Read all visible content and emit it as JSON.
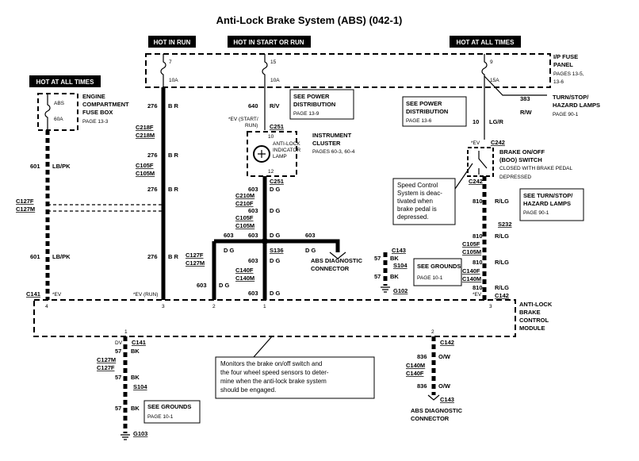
{
  "title": "Anti-Lock Brake System (ABS) (042-1)",
  "hot_labels": [
    "HOT IN RUN",
    "HOT IN START OR RUN",
    "HOT AT ALL TIMES",
    "HOT AT ALL TIMES"
  ],
  "fuse_panel": {
    "name1": "I/P FUSE",
    "name2": "PANEL",
    "pages": "PAGES 13-5,",
    "pages2": "13-6",
    "fuses": [
      {
        "num": "7",
        "amp": "10A"
      },
      {
        "num": "15",
        "amp": "10A"
      },
      {
        "num": "9",
        "amp": "15A"
      }
    ]
  },
  "engine_box": {
    "line1": "ENGINE",
    "line2": "COMPARTMENT",
    "line3": "FUSE BOX",
    "page": "PAGE 13-3",
    "fuse": "ABS",
    "amp": "60A"
  },
  "power_dist_1": {
    "line1": "SEE POWER",
    "line2": "DISTRIBUTION",
    "page": "PAGE 13-9"
  },
  "power_dist_2": {
    "line1": "SEE POWER",
    "line2": "DISTRIBUTION",
    "page": "PAGE 13-6"
  },
  "turn_lamps_top": {
    "line1": "TURN/STOP/",
    "line2": "HAZARD LAMPS",
    "page": "PAGE 90-1",
    "circuit": "383",
    "color": "R/W"
  },
  "turn_lamps_box": {
    "line1": "SEE TURN/STOP/",
    "line2": "HAZARD LAMPS",
    "page": "PAGE 90-1"
  },
  "cluster": {
    "line1": "INSTRUMENT",
    "line2": "CLUSTER",
    "pages": "PAGES 60-3, 60-4",
    "lamp1": "ANTI-LOCK",
    "lamp2": "INDICATOR",
    "lamp3": "LAMP",
    "pin_top": "10",
    "pin_bot": "12"
  },
  "brake_switch": {
    "line1": "BRAKE ON/OFF",
    "line2": "(BOO) SWITCH",
    "line3": "CLOSED WITH BRAKE PEDAL",
    "line4": "DEPRESSED"
  },
  "speed_note": {
    "line1": "Speed Control",
    "line2": "System is deac-",
    "line3": "tivated     when",
    "line4": "brake  pedal  is",
    "line5": "depressed."
  },
  "abs_module": {
    "line1": "ANTI-LOCK",
    "line2": "BRAKE",
    "line3": "CONTROL",
    "line4": "MODULE"
  },
  "grounds_box": {
    "line1": "SEE GROUNDS",
    "page": "PAGE 10-1"
  },
  "monitor_note": {
    "line1": "Monitors the brake on/off switch and",
    "line2": "the four wheel speed sensors to deter-",
    "line3": "mine when the anti-lock brake system",
    "line4": "should be engaged."
  },
  "diag_connector": {
    "line1": "ABS DIAGNOSTIC",
    "line2": "CONNECTOR"
  },
  "diag_connector_2": {
    "line1": "ABS DIAGNOSTIC",
    "line2": "CONNECTOR"
  },
  "connectors": {
    "c218f": "C218F",
    "c218m": "C218M",
    "c105f_a": "C105F",
    "c105m_a": "C105M",
    "c127f_a": "C127F",
    "c127m_a": "C127M",
    "c127f_b": "C127F",
    "c127m_b": "C127M",
    "c127f_c": "C127F",
    "c127m_c": "C127M",
    "c251_a": "C251",
    "c251_b": "C251",
    "c210m": "C210M",
    "c210f": "C210F",
    "c105f_b": "C105F",
    "c105m_b": "C105M",
    "c140f_a": "C140F",
    "c140m_a": "C140M",
    "s136": "S136",
    "c143_a": "C143",
    "s104_a": "S104",
    "g102": "G102",
    "c242_a": "C242",
    "c242_b": "C242",
    "s232": "S232",
    "c105f_c": "C105F",
    "c105m_c": "C105M",
    "c140f_b": "C140F",
    "c140m_b": "C140M",
    "c142_a": "C142",
    "c141_a": "C141",
    "c141_b": "C141",
    "s104_b": "S104",
    "g103": "G103",
    "c142_b": "C142",
    "c140m_c": "C140M",
    "c140f_c": "C140F",
    "c143_b": "C143"
  },
  "wires": {
    "w276": "276",
    "br": "B R",
    "w640": "640",
    "rv": "R/V",
    "w603": "603",
    "dg": "D G",
    "w601": "601",
    "lbpk": "LB/PK",
    "w10": "10",
    "lgr": "LG/R",
    "w810": "810",
    "rlg": "R/LG",
    "w57": "57",
    "bk": "BK",
    "w836": "836",
    "ow": "O/W"
  },
  "module_pins": {
    "p4": "4",
    "p3": "3",
    "p2": "2",
    "p1": "1",
    "p3r": "3",
    "p1b": "1",
    "p2b": "2"
  },
  "small_labels": {
    "ev_start": "*EV (START/",
    "run": "RUN)",
    "ev": "*EV",
    "ev_run": "*EV (RUN)",
    "ev2": "*EV",
    "dv": "DV",
    "ev3": "*EV"
  }
}
